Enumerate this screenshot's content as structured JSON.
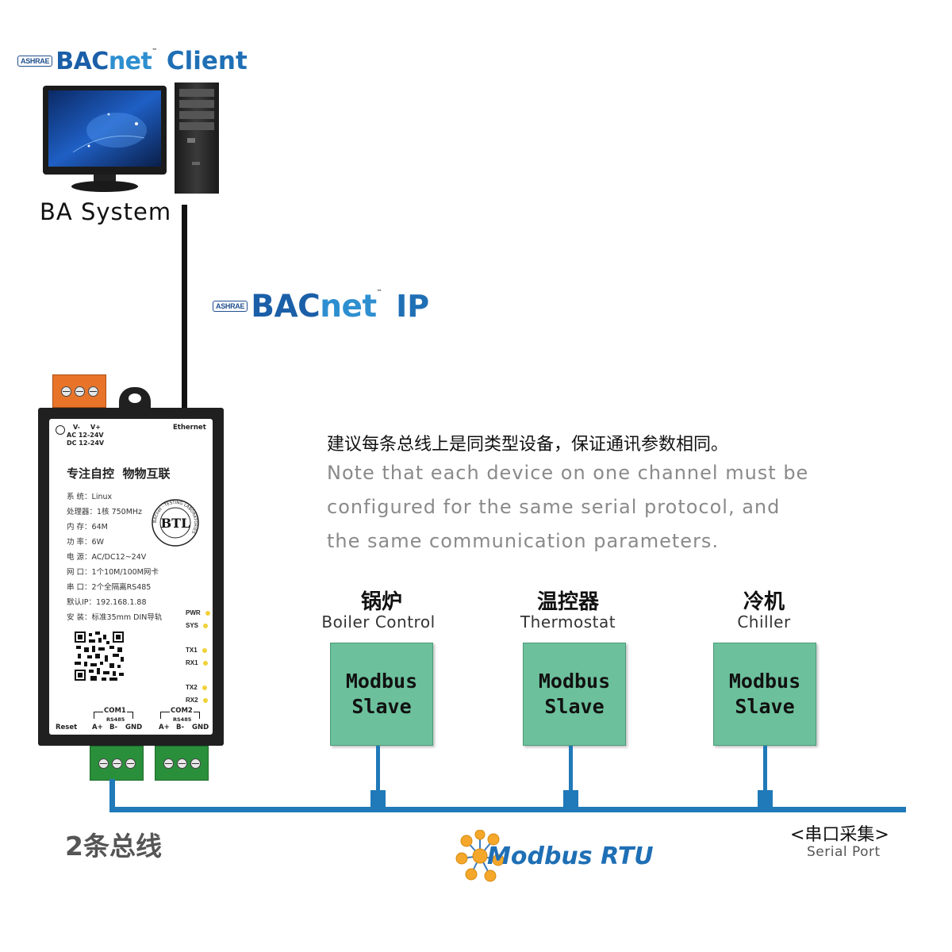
{
  "client": {
    "ashrae": "ASHRAE",
    "bacnet_prefix": "BAC",
    "bacnet_suffix": "net",
    "tm": "™",
    "label": "Client",
    "system_label": "BA System"
  },
  "protocol": {
    "ashrae": "ASHRAE",
    "bacnet_prefix": "BAC",
    "bacnet_suffix": "net",
    "tm": "™",
    "label": "IP"
  },
  "device": {
    "power_neg": "V-",
    "power_pos": "V+",
    "ac": "AC 12-24V",
    "dc": "DC 12-24V",
    "ethernet": "Ethernet",
    "slogan": "专注自控  物物互联",
    "specs": [
      "系  统：Linux",
      "处理器：1核 750MHz",
      "内  存：64M",
      "功  率：6W",
      "电  源：AC/DC12~24V",
      "网  口：1个10M/100M网卡",
      "串  口：2个全隔离RS485",
      "默认IP：192.168.1.88",
      "安  装：标准35mm DIN导轨"
    ],
    "btl": "BTL",
    "btl_ring": "BACnet · TESTING LABORATORIES",
    "leds": [
      "PWR",
      "SYS",
      "TX1",
      "RX1",
      "TX2",
      "RX2"
    ],
    "com1": "COM1",
    "com2": "COM2",
    "rs485": "RS485",
    "reset": "Reset",
    "pins": [
      "A+",
      "B-",
      "GND"
    ]
  },
  "note": {
    "zh": "建议每条总线上是同类型设备，保证通讯参数相同。",
    "en_lines": [
      "Note that each device on one channel must be",
      "configured for the same serial protocol, and",
      "the same communication parameters."
    ]
  },
  "slaves": [
    {
      "zh": "锅炉",
      "en": "Boiler Control",
      "line1": "Modbus",
      "line2": "Slave"
    },
    {
      "zh": "温控器",
      "en": "Thermostat",
      "line1": "Modbus",
      "line2": "Slave"
    },
    {
      "zh": "冷机",
      "en": "Chiller",
      "line1": "Modbus",
      "line2": "Slave"
    }
  ],
  "bus": {
    "count_label": "2条总线",
    "serial_zh": "<串口采集>",
    "serial_en": "Serial Port",
    "modbus_label": "Modbus RTU"
  },
  "colors": {
    "bus": "#2079b8",
    "slave": "#6cc09c",
    "brand": "#1a5fa8",
    "terminal_green": "#2a8f3a",
    "terminal_orange": "#e8742a"
  }
}
